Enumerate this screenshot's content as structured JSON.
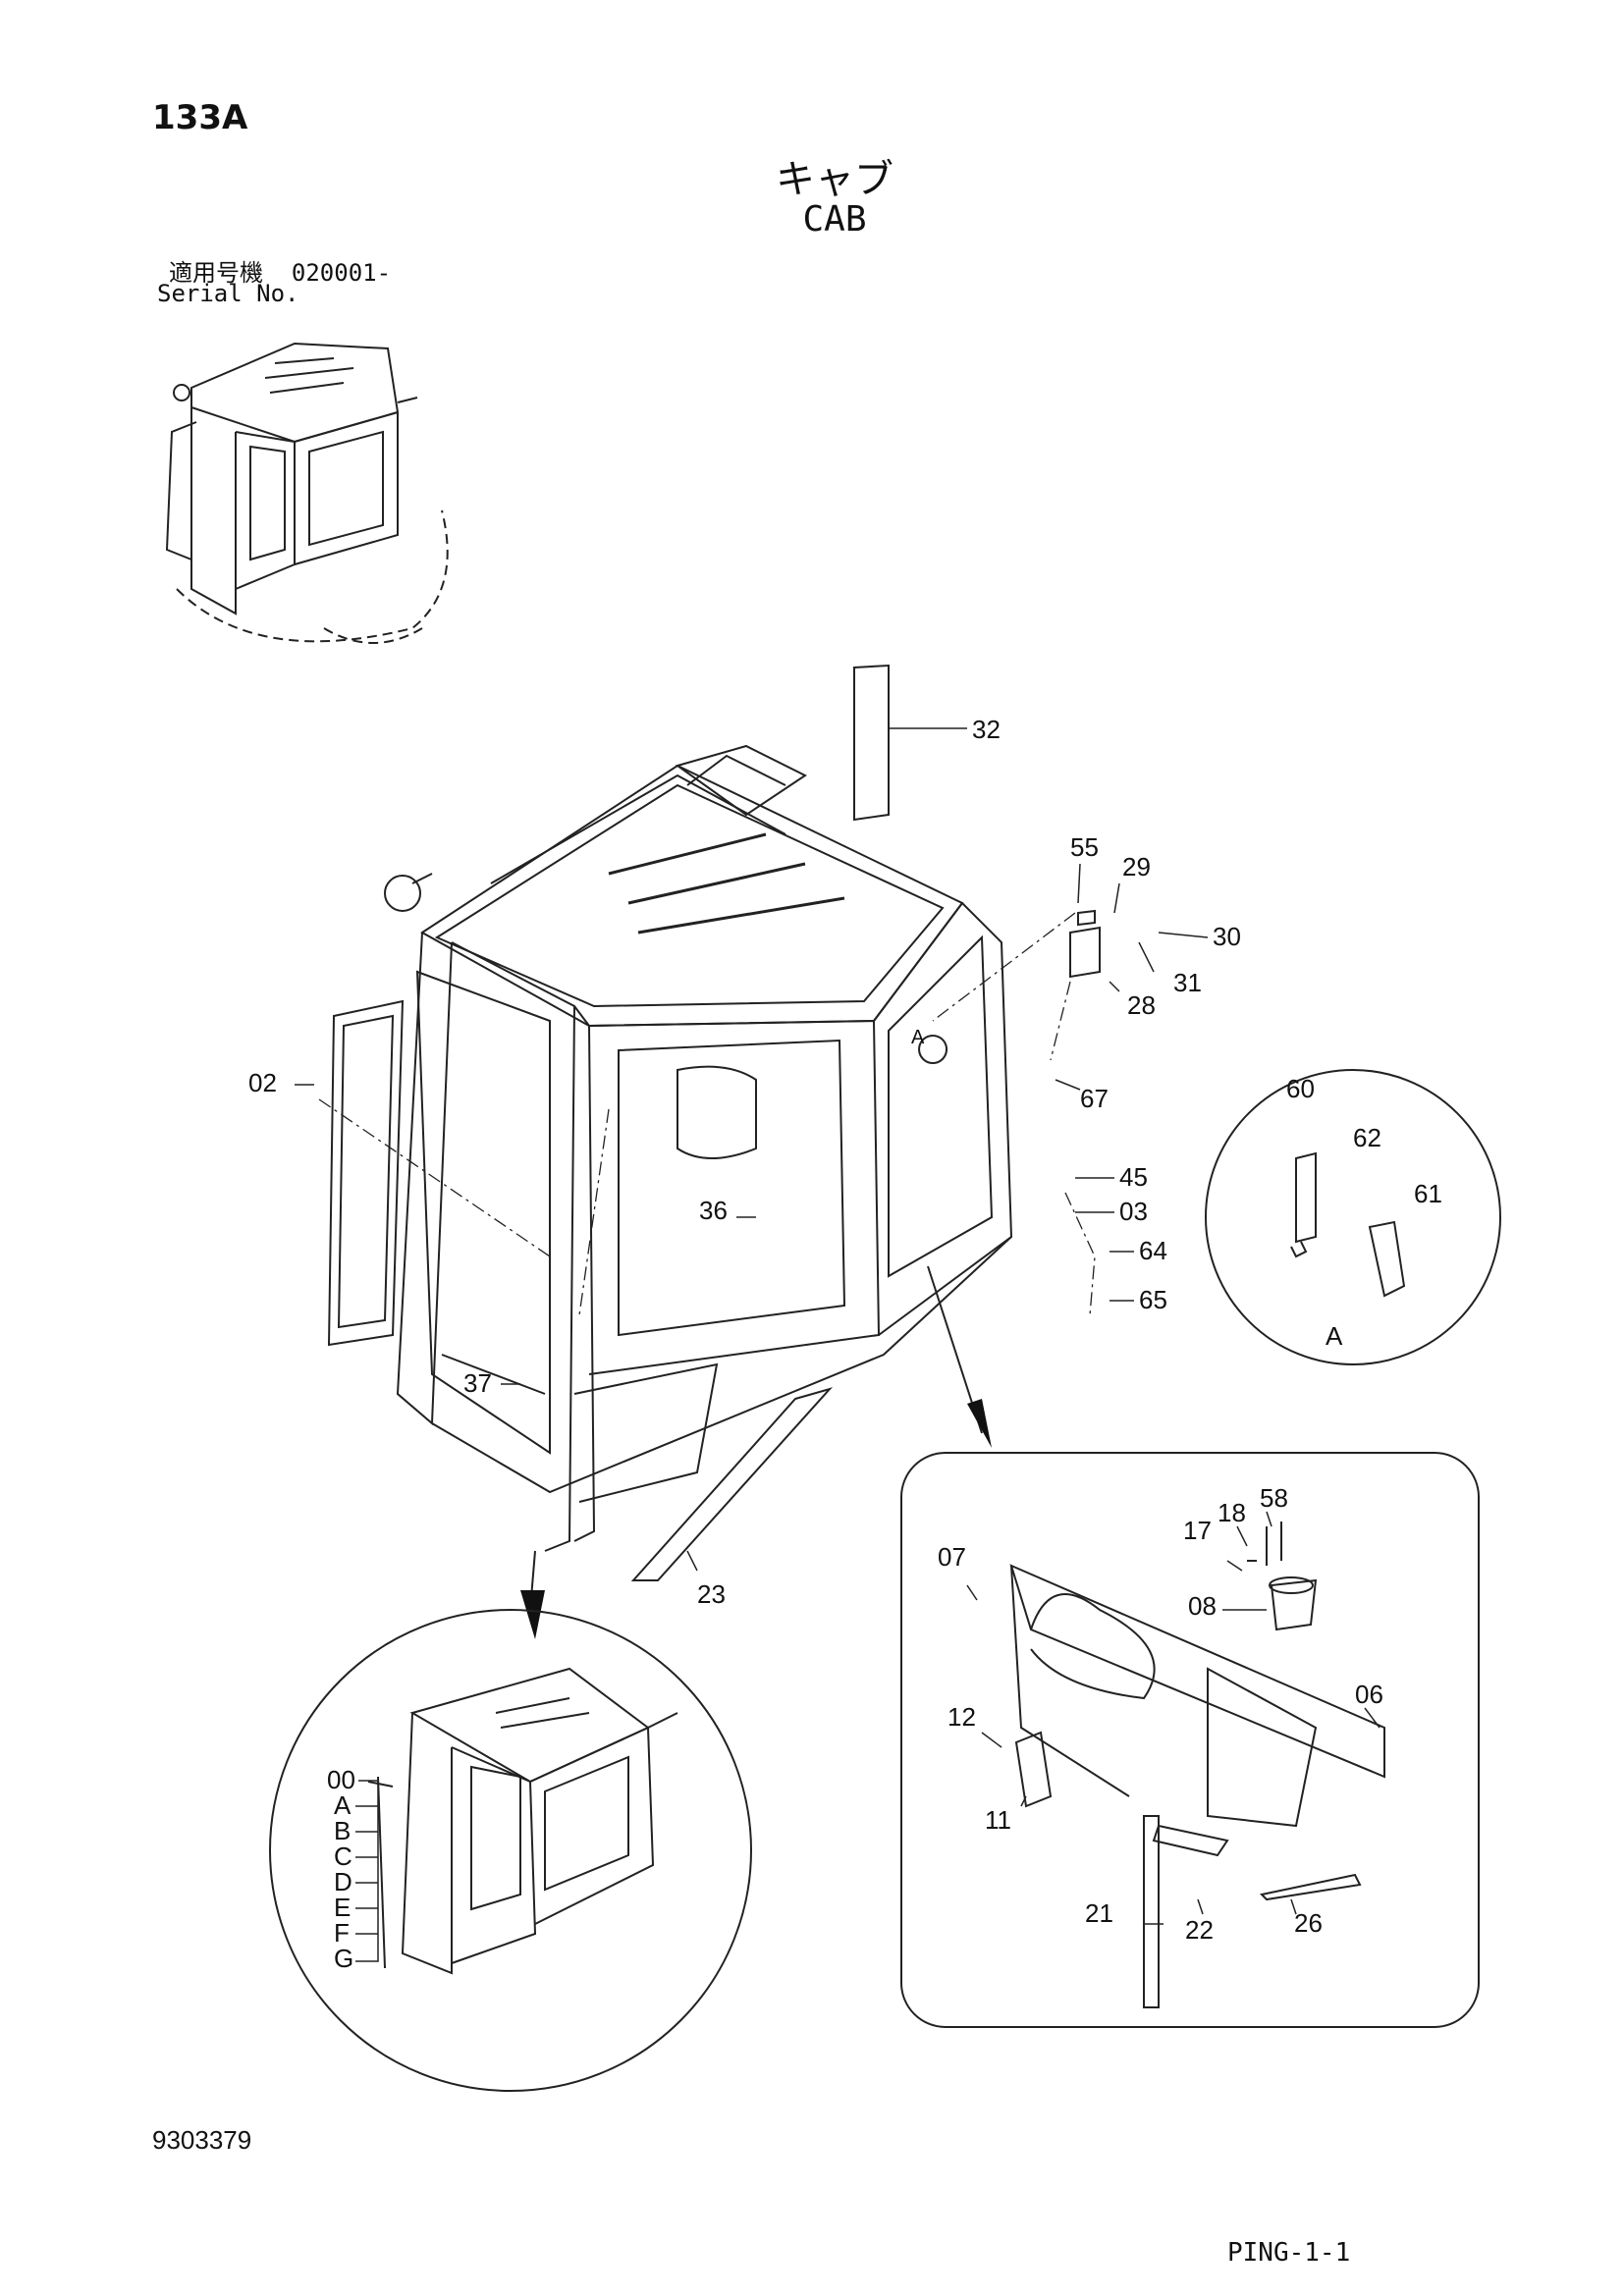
{
  "header": {
    "page_number": "133A",
    "title_jp": "キャブ",
    "title_en": "CAB",
    "serial_label_jp": "適用号機",
    "serial_value": "020001-",
    "serial_label_en": "Serial No."
  },
  "callouts": {
    "main": [
      "32",
      "55",
      "29",
      "30",
      "31",
      "28",
      "67",
      "02",
      "45",
      "03",
      "36",
      "64",
      "65",
      "37",
      "23"
    ],
    "detail_a": [
      "60",
      "62",
      "61",
      "A"
    ],
    "detail_panel": [
      "58",
      "18",
      "17",
      "07",
      "08",
      "06",
      "12",
      "11",
      "22",
      "21",
      "26"
    ],
    "assembly": [
      "00",
      "A",
      "B",
      "C",
      "D",
      "E",
      "F",
      "G"
    ]
  },
  "marker_a": "A",
  "footer": {
    "document_number": "9303379",
    "sheet_code": "PING-1-1"
  }
}
